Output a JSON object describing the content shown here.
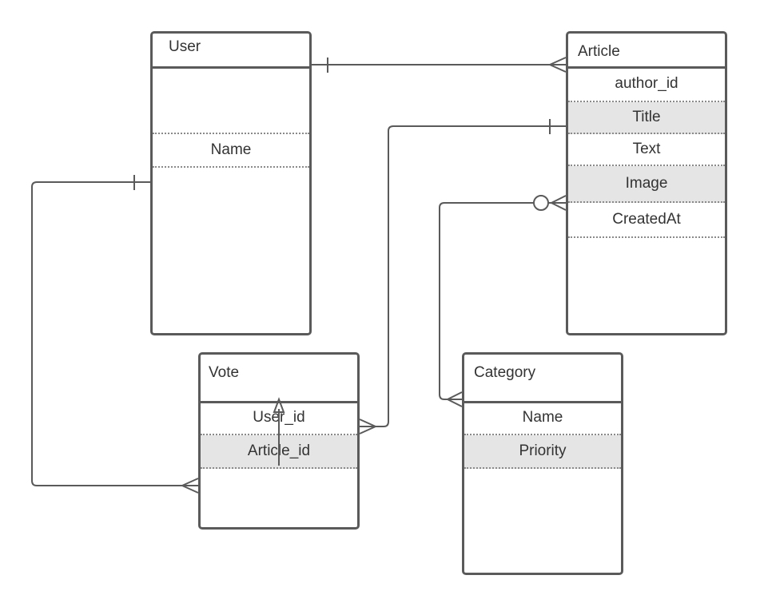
{
  "entities": {
    "user": {
      "title": "User",
      "fields": [
        "Name"
      ]
    },
    "article": {
      "title": "Article",
      "fields": [
        "author_id",
        "Title",
        "Text",
        "Image",
        "CreatedAt"
      ]
    },
    "vote": {
      "title": "Vote",
      "fields": [
        "User_id",
        "Article_id"
      ]
    },
    "category": {
      "title": "Category",
      "fields": [
        "Name",
        "Priority"
      ]
    }
  },
  "relationships": [
    {
      "from": "User",
      "to": "Article",
      "from_end": "one",
      "to_end": "many"
    },
    {
      "from": "User",
      "to": "Vote",
      "from_end": "one",
      "to_end": "many"
    },
    {
      "from": "Article",
      "to": "Vote",
      "from_end": "one",
      "to_end": "many"
    },
    {
      "from": "Category",
      "to": "Article",
      "from_end": "many",
      "to_end": "zero-or-many"
    }
  ],
  "colors": {
    "stroke": "#5a5a5a",
    "row_shade": "#e5e5e5",
    "background": "#ffffff"
  }
}
